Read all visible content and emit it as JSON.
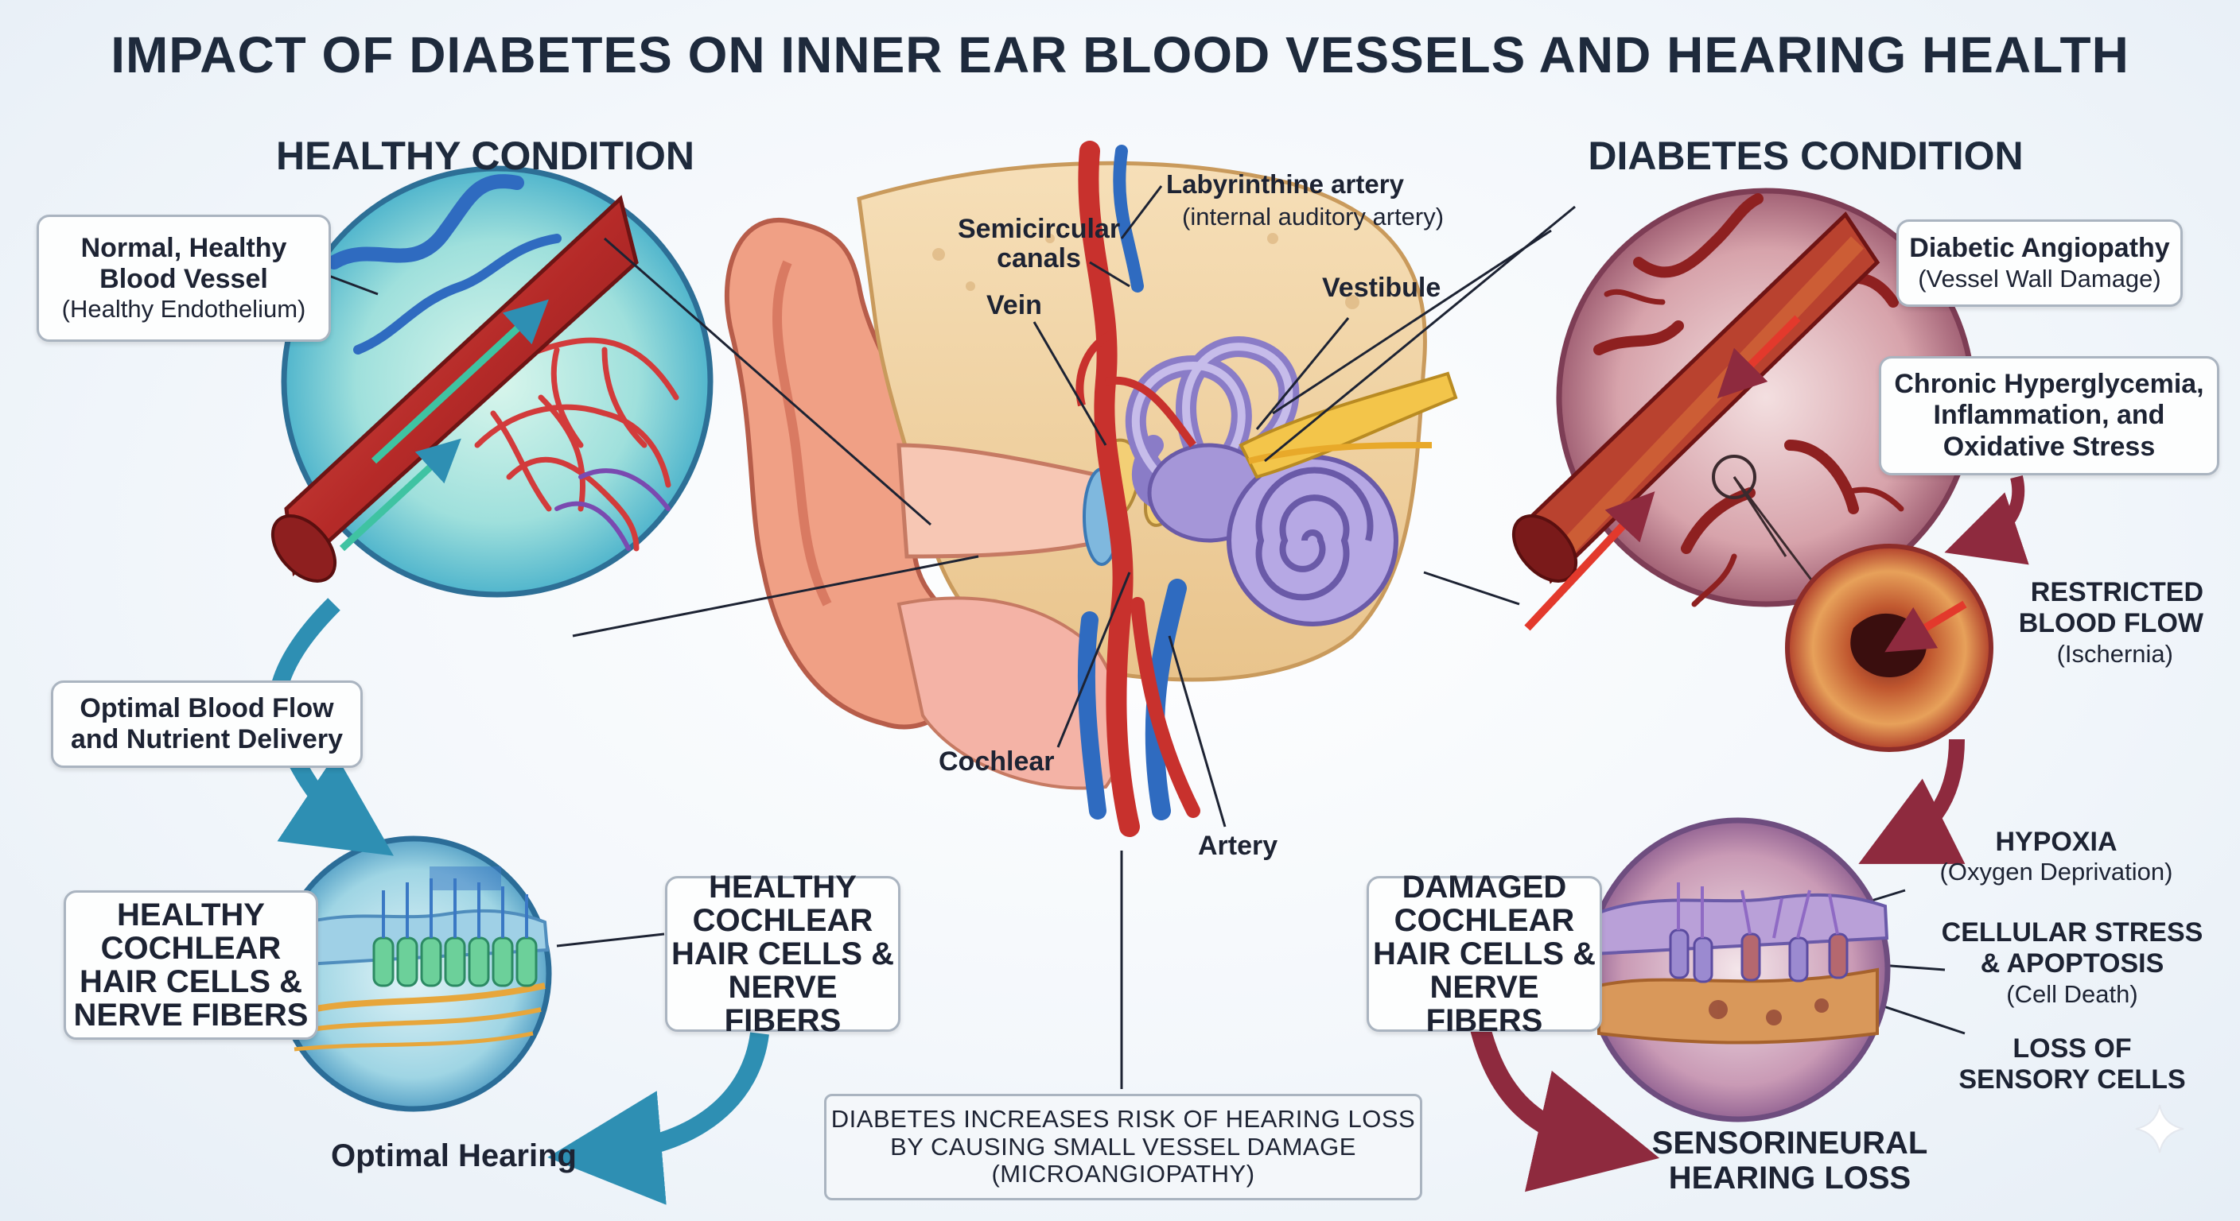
{
  "title": "IMPACT OF DIABETES ON INNER EAR BLOOD VESSELS AND HEARING HEALTH",
  "healthy": {
    "heading": "HEALTHY CONDITION",
    "vessel_label": {
      "line1": "Normal, Healthy",
      "line2": "Blood Vessel",
      "line3": "(Healthy Endothelium)"
    },
    "flow_label": {
      "line1": "Optimal Blood Flow",
      "line2": "and Nutrient Delivery"
    },
    "cells_left": {
      "line1": "HEALTHY",
      "line2": "COCHLEAR",
      "line3": "HAIR CELLS &",
      "line4": "NERVE FIBERS"
    },
    "cells_right": {
      "line1": "HEALTHY",
      "line2": "COCHLEAR",
      "line3": "HAIR CELLS &",
      "line4": "NERVE FIBERS"
    },
    "outcome": "Optimal Hearing"
  },
  "anatomy": {
    "labyrinthine": "Labyrinthine artery",
    "labyrinthine_sub": "(internal auditory artery)",
    "semicircular_1": "Semicircular",
    "semicircular_2": "canals",
    "vein": "Vein",
    "vestibule": "Vestibule",
    "cochlear": "Cochlear",
    "artery": "Artery"
  },
  "diabetes": {
    "heading": "DIABETES CONDITION",
    "angiopathy": {
      "line1": "Diabetic Angiopathy",
      "line2": "(Vessel Wall Damage)"
    },
    "hyperglycemia": {
      "line1": "Chronic Hyperglycemia,",
      "line2": "Inflammation, and",
      "line3": "Oxidative Stress"
    },
    "restricted": {
      "line1": "RESTRICTED",
      "line2": "BLOOD FLOW",
      "line3": "(Ischernia)"
    },
    "hypoxia": {
      "line1": "HYPOXIA",
      "line2": "(Oxygen Deprivation)"
    },
    "stress": {
      "line1": "CELLULAR STRESS",
      "line2": "& APOPTOSIS",
      "line3": "(Cell Death)"
    },
    "loss_cells": {
      "line1": "LOSS OF",
      "line2": "SENSORY CELLS"
    },
    "damaged": {
      "line1": "DAMAGED",
      "line2": "COCHLEAR",
      "line3": "HAIR CELLS &",
      "line4": "NERVE FIBERS"
    },
    "outcome_1": "SENSORINEURAL",
    "outcome_2": "HEARING LOSS"
  },
  "note": {
    "line1": "DIABETES INCREASES RISK OF HEARING LOSS",
    "line2": "BY CAUSING SMALL VESSEL DAMAGE",
    "line3": "(MICROANGIOPATHY)"
  },
  "colors": {
    "artery": "#c8312d",
    "vein": "#2f6bc0",
    "healthy_bg": "#5fc3d4",
    "diabetic_bg": "#a86a7c",
    "healthy_arrow": "#2e8fb3",
    "diabetic_arrow": "#8e2a3e"
  }
}
